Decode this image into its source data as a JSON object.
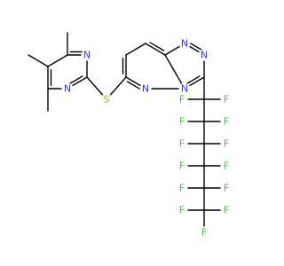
{
  "molecule": {
    "atom_symbols": {
      "n1": "N",
      "n2": "N",
      "s": "S",
      "tn1": "N",
      "tn2": "N",
      "tn3": "N",
      "pn": "N",
      "f1": "F",
      "f2": "F",
      "f3": "F",
      "f4": "F",
      "f5": "F",
      "f6": "F",
      "f7": "F",
      "f8": "F",
      "f9": "F",
      "f10": "F",
      "f11": "F",
      "f12": "F",
      "f13": "F"
    },
    "colors": {
      "N": "#3333ff",
      "S": "#b2b200",
      "F": "#33cc33",
      "bond": "#000000"
    }
  }
}
